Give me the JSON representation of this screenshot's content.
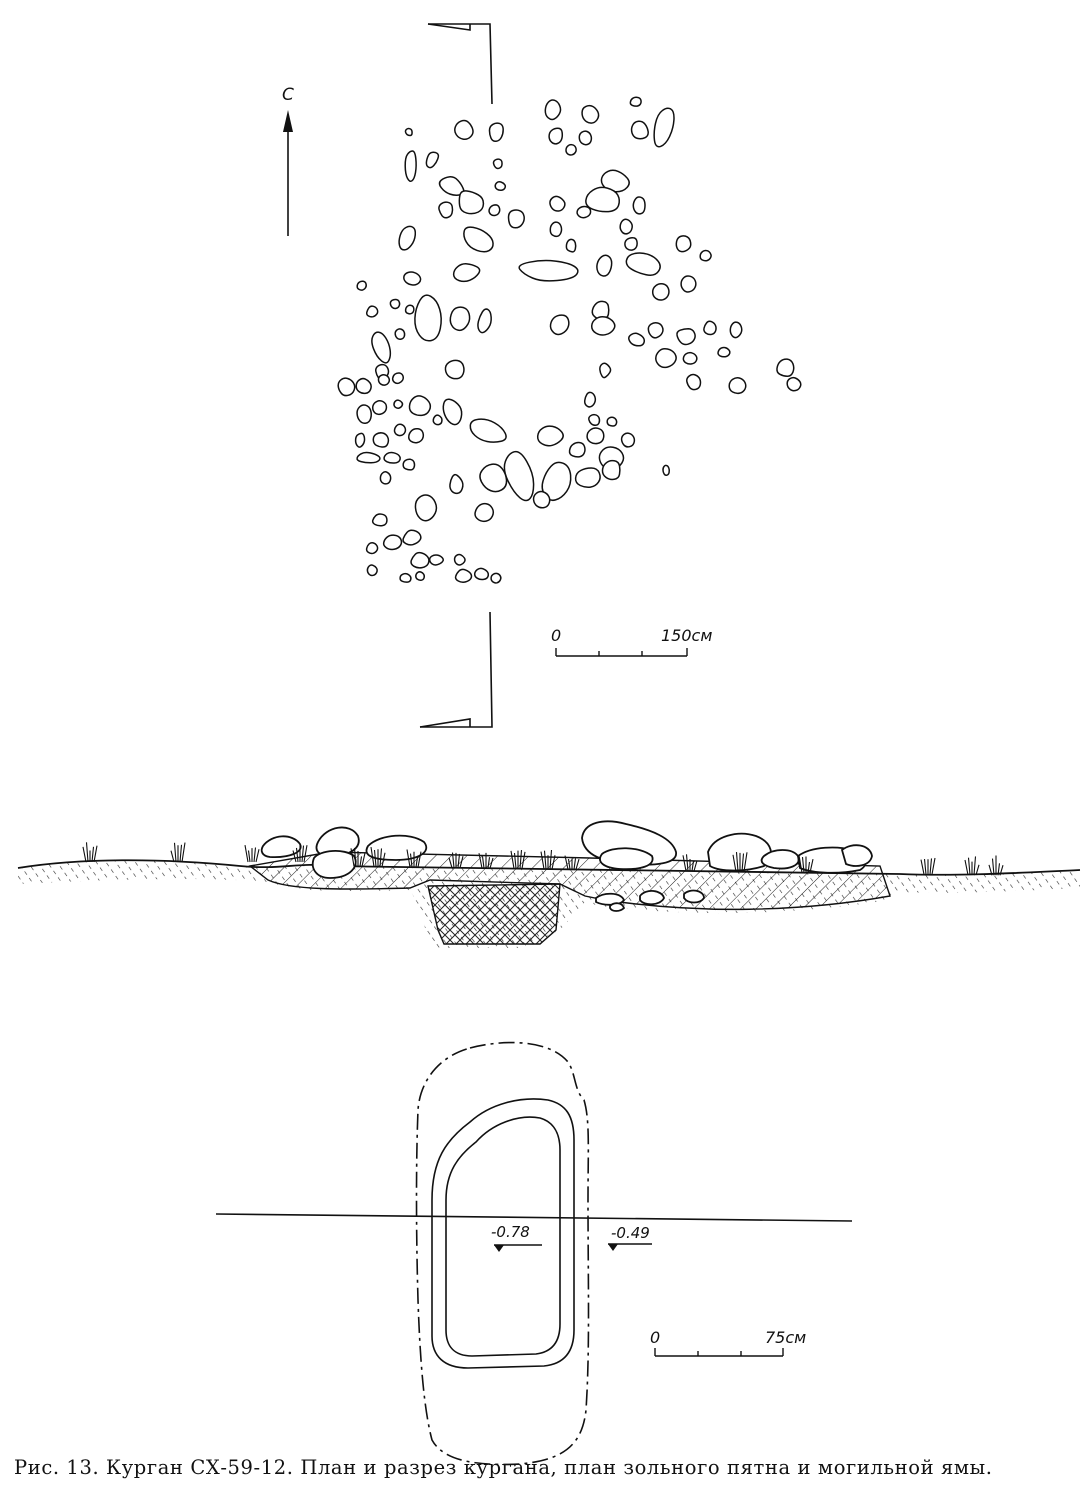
{
  "north_label": "С",
  "scale_top": {
    "zero": "0",
    "end": "150см"
  },
  "scale_bottom": {
    "zero": "0",
    "end": "75см"
  },
  "levels": {
    "pit": "-0.78",
    "outer": "-0.49"
  },
  "caption": "Рис. 13. Курган СХ-59-12. План и разрез кургана, план зольного пятна и могильной ямы."
}
